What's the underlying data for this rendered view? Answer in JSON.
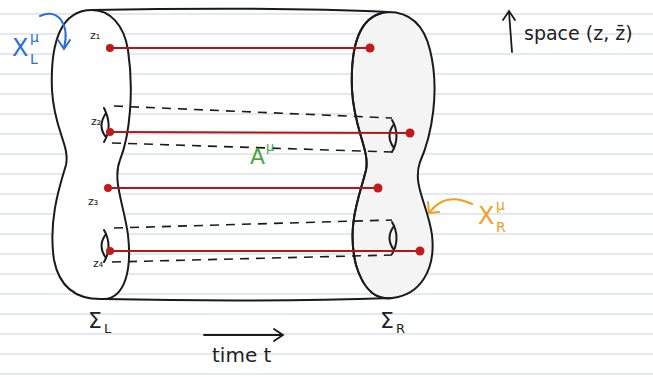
{
  "diagram": {
    "labels": [
      "X",
      "μ",
      "L",
      "z₁",
      "z₂",
      "z₃",
      "z₄",
      "A",
      "μ",
      "X",
      "μ",
      "R",
      "space (z, z̄)",
      "Σ",
      "L",
      "Σ",
      "R",
      "time t"
    ]
  }
}
